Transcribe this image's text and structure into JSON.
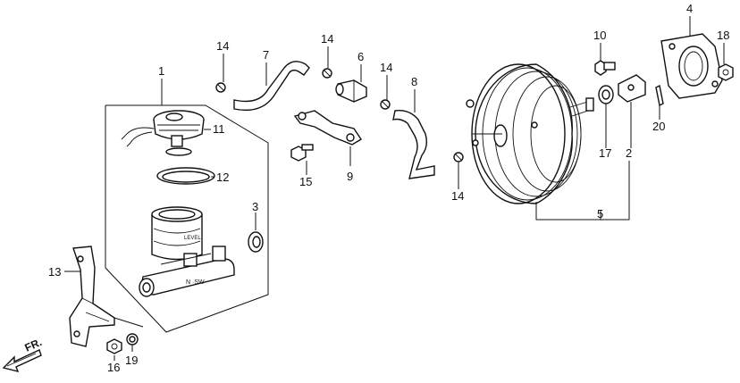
{
  "diagram": {
    "callouts": {
      "c1": "1",
      "c2": "2",
      "c3": "3",
      "c4": "4",
      "c5": "5",
      "c6": "6",
      "c7": "7",
      "c8": "8",
      "c9": "9",
      "c10": "10",
      "c11": "11",
      "c12": "12",
      "c13": "13",
      "c14a": "14",
      "c14b": "14",
      "c14c": "14",
      "c14d": "14",
      "c15": "15",
      "c16": "16",
      "c17": "17",
      "c18": "18",
      "c19": "19",
      "c20": "20"
    },
    "direction_label": "FR.",
    "cylinder_label": "N ·SW"
  }
}
